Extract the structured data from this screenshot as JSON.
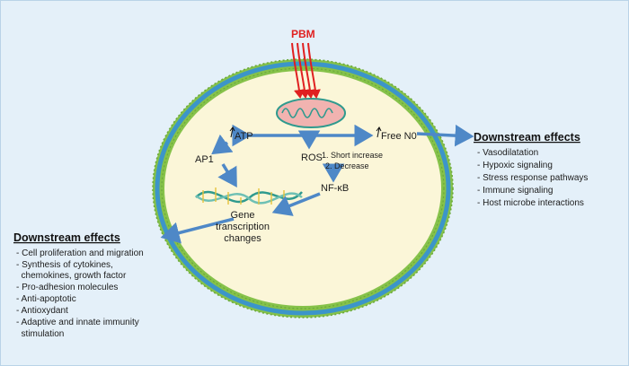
{
  "diagram": {
    "stimulus_label": "PBM",
    "nodes": {
      "atp": "ATP",
      "ap1": "AP1",
      "ros": "ROS",
      "ros_note_1": "1. Short increase",
      "ros_note_2": "2. Decrease",
      "free_no": "Free N0",
      "nfkb": "NF-κB",
      "gene_line1": "Gene",
      "gene_line2": "transcription",
      "gene_line3": "changes"
    },
    "right_effects": {
      "title": "Downstream effects",
      "items": [
        "- Vasodilatation",
        "- Hypoxic signaling",
        "- Stress response pathways",
        "- Immune signaling",
        "- Host microbe interactions"
      ]
    },
    "left_effects": {
      "title": "Downstream effects",
      "items": [
        "- Cell proliferation and migration",
        "- Synthesis of cytokines,",
        "  chemokines, growth factor",
        "- Pro-adhesion molecules",
        "- Anti-apoptotic",
        "- Antioxydant",
        "- Adaptive and innate immunity",
        "  stimulation"
      ]
    },
    "colors": {
      "arrow": "#4e88c7",
      "stimulus": "#e02020",
      "membrane_head": "#86c24a",
      "membrane_tail": "#3c95c9",
      "cytoplasm": "#fbf6d8",
      "mitochondrion": "#f1b3b0",
      "dna": "#2f9a8e"
    }
  }
}
